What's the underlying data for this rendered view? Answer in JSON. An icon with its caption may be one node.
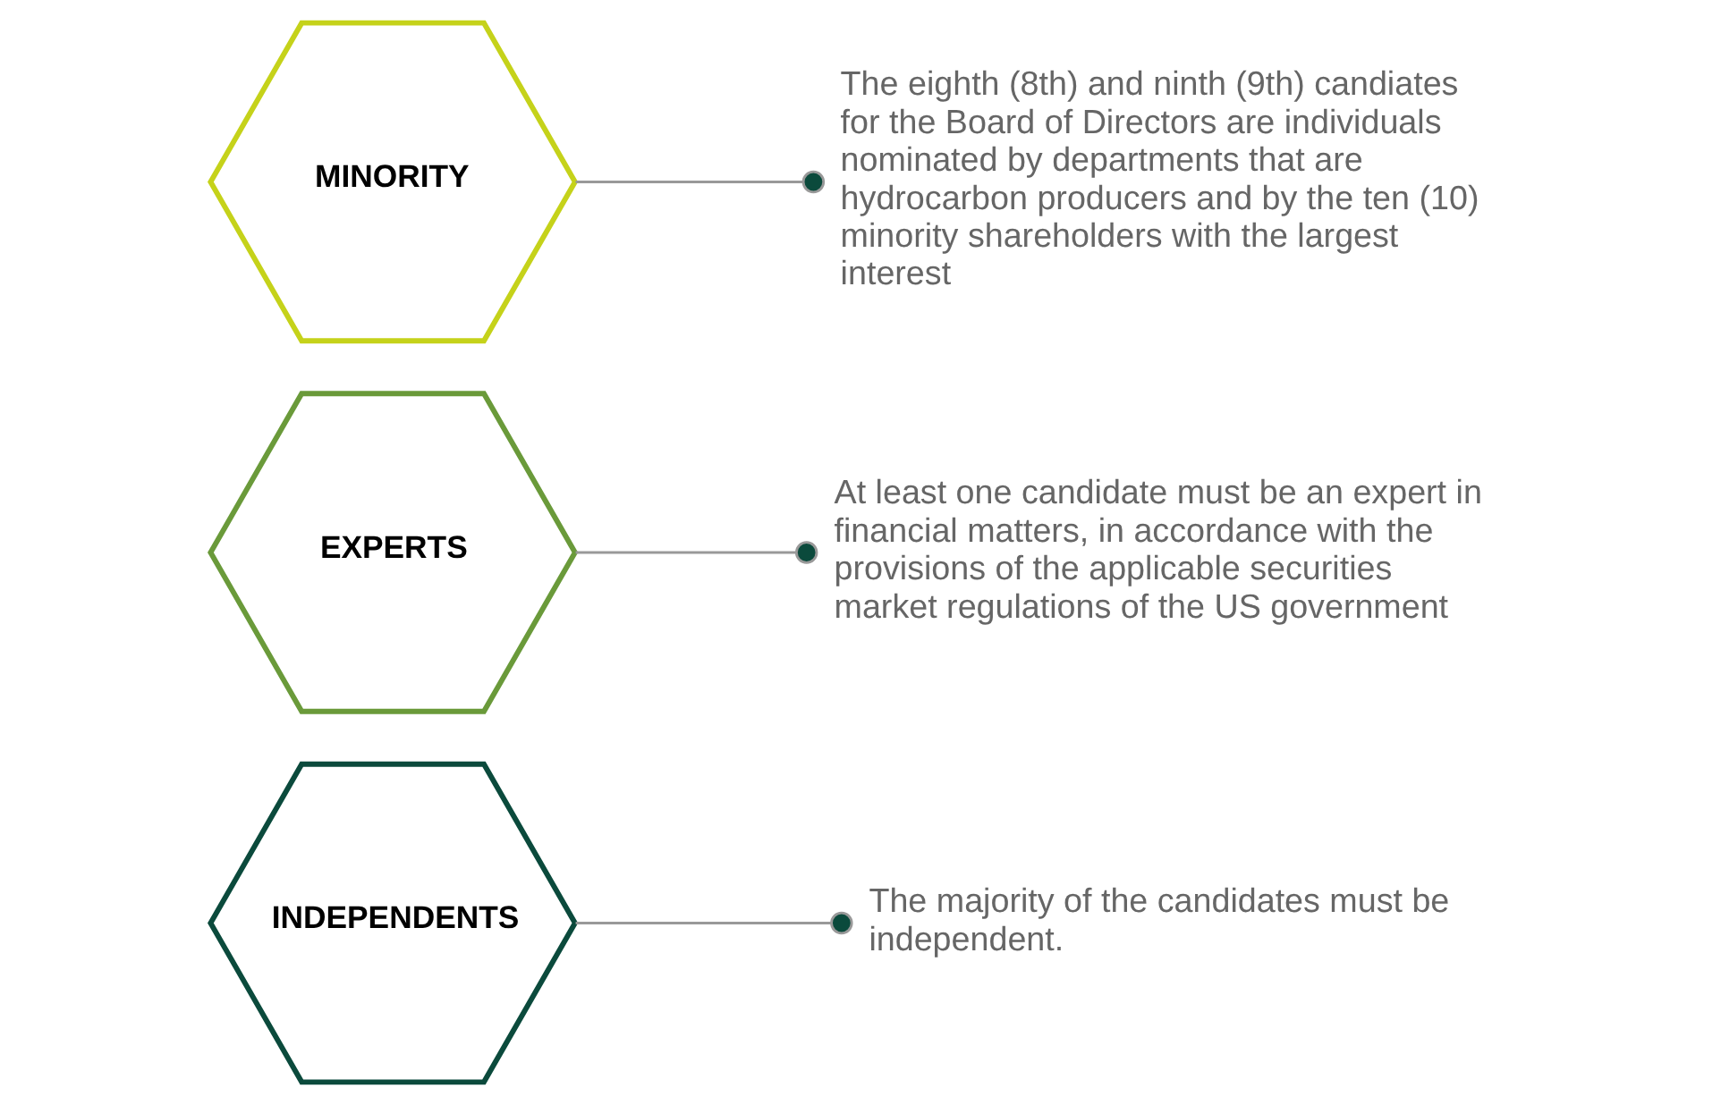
{
  "diagram": {
    "nodes": [
      {
        "text": [
          "INDEPENDENTS"
        ]
      },
      {
        "text": [
          "EXPERTS"
        ]
      },
      {
        "text": [
          "MINORITY"
        ]
      },
      {
        "text": [
          "The majority of the candidates must be independent."
        ]
      },
      {
        "text": [
          "At least one candidate must be an expert in financial matters, in accordance with the provisions of the applicable securities market regulations of the US government"
        ]
      },
      {
        "text": [
          "The eighth (8th) and ninth (9th) candiates for the Board of Directors are individuals nominated by departments that are hydrocarbon producers and by the ten (10) minority shareholders with the largest interest"
        ]
      }
    ],
    "edges": [
      {
        "from": 0,
        "to": 3,
        "arrow": "other"
      },
      {
        "from": 1,
        "to": 4,
        "arrow": "other"
      },
      {
        "from": 2,
        "to": 5,
        "arrow": "other"
      }
    ]
  }
}
